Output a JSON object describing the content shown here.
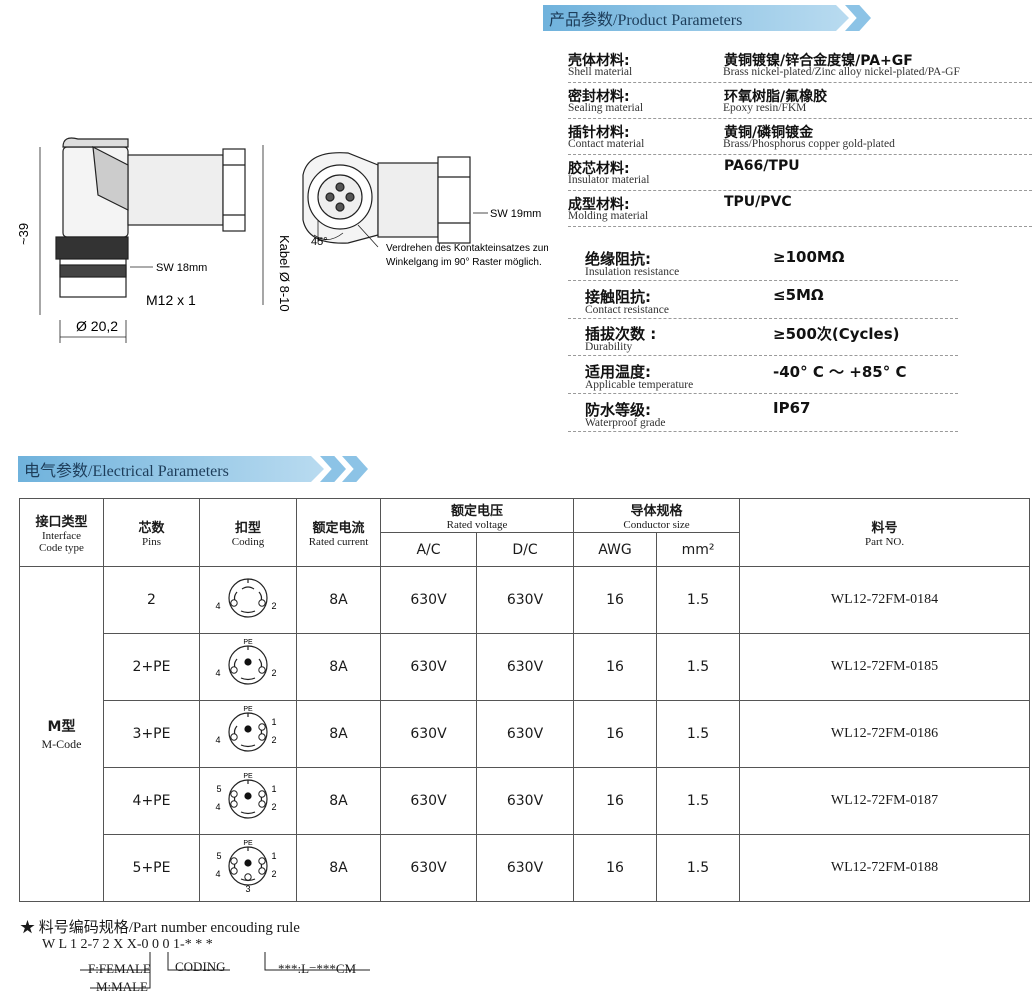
{
  "drawing": {
    "dim_height": "~39",
    "sw18": "SW 18mm",
    "m12": "M12 x 1",
    "dia": "Ø 20,2",
    "kabel": "Kabel Ø 8-10",
    "angle": "45°",
    "sw19": "SW 19mm",
    "note_line1": "Verdrehen des Kontakteinsatzes zum",
    "note_line2": "Winkelgang im 90° Raster möglich."
  },
  "product_params": {
    "title": "产品参数/Product Parameters",
    "rows": [
      {
        "cn": "壳体材料:",
        "en": "Shell material",
        "val": "黄铜镀镍/锌合金度镍/PA+GF",
        "valen": "Brass nickel-plated/Zinc alloy nickel-plated/PA-GF"
      },
      {
        "cn": "密封材料:",
        "en": "Sealing material",
        "val": "环氧树脂/氟橡胶",
        "valen": "Epoxy resin/FKM"
      },
      {
        "cn": "插针材料:",
        "en": "Contact material",
        "val": "黄铜/磷铜镀金",
        "valen": "Brass/Phosphorus copper gold-plated"
      },
      {
        "cn": "胶芯材料:",
        "en": "Insulator material",
        "val": "PA66/TPU",
        "valen": ""
      },
      {
        "cn": "成型材料:",
        "en": "Molding material",
        "val": "TPU/PVC",
        "valen": ""
      }
    ],
    "rows2": [
      {
        "cn": "绝缘阻抗:",
        "en": "Insulation resistance",
        "val": "≥100MΩ"
      },
      {
        "cn": "接触阻抗:",
        "en": "Contact resistance",
        "val": "≤5MΩ"
      },
      {
        "cn": "插拔次数 :",
        "en": "Durability",
        "val": "≥500次(Cycles)"
      },
      {
        "cn": "适用温度:",
        "en": "Applicable temperature",
        "val": "-40° C ～ +85° C"
      },
      {
        "cn": "防水等级:",
        "en": "Waterproof grade",
        "val": "IP67"
      }
    ]
  },
  "electrical": {
    "title": "电气参数/Electrical Parameters",
    "headers": {
      "interface_cn": "接口类型",
      "interface_en1": "Interface",
      "interface_en2": "Code type",
      "pins_cn": "芯数",
      "pins_en": "Pins",
      "coding_cn": "扣型",
      "coding_en": "Coding",
      "current_cn": "额定电流",
      "current_en": "Rated current",
      "voltage_cn": "额定电压",
      "voltage_en": "Rated voltage",
      "ac": "A/C",
      "dc": "D/C",
      "conductor_cn": "导体规格",
      "conductor_en": "Conductor size",
      "awg": "AWG",
      "mm2": "mm²",
      "part_cn": "料号",
      "part_en": "Part NO."
    },
    "interface_cn": "M型",
    "interface_en": "M-Code",
    "rows": [
      {
        "pins": "2",
        "current": "8A",
        "ac": "630V",
        "dc": "630V",
        "awg": "16",
        "mm2": "1.5",
        "part": "WL12-72FM-0184",
        "pin_labels": [
          "4",
          "2"
        ]
      },
      {
        "pins": "2+PE",
        "current": "8A",
        "ac": "630V",
        "dc": "630V",
        "awg": "16",
        "mm2": "1.5",
        "part": "WL12-72FM-0185",
        "pin_labels": [
          "PE",
          "4",
          "2"
        ]
      },
      {
        "pins": "3+PE",
        "current": "8A",
        "ac": "630V",
        "dc": "630V",
        "awg": "16",
        "mm2": "1.5",
        "part": "WL12-72FM-0186",
        "pin_labels": [
          "PE",
          "1",
          "4",
          "2"
        ]
      },
      {
        "pins": "4+PE",
        "current": "8A",
        "ac": "630V",
        "dc": "630V",
        "awg": "16",
        "mm2": "1.5",
        "part": "WL12-72FM-0187",
        "pin_labels": [
          "PE",
          "5",
          "1",
          "4",
          "2"
        ]
      },
      {
        "pins": "5+PE",
        "current": "8A",
        "ac": "630V",
        "dc": "630V",
        "awg": "16",
        "mm2": "1.5",
        "part": "WL12-72FM-0188",
        "pin_labels": [
          "PE",
          "5",
          "1",
          "4",
          "2",
          "3"
        ]
      }
    ]
  },
  "rule": {
    "title": "★ 料号编码规格/Part number encouding rule",
    "code": "W L 1 2-7 2 X X-0 0 0 1-* * *",
    "female": "F:FEMALE",
    "male": "M:MALE",
    "coding": "CODING",
    "length": "***:L=***CM"
  }
}
